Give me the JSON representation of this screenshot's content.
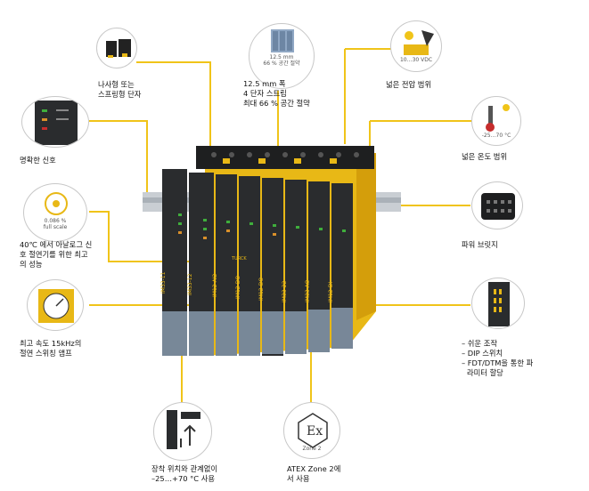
{
  "features": {
    "terminals": {
      "label_l1": "나사형 또는",
      "label_l2": "스프링형 단자"
    },
    "width": {
      "label_l1": "12.5 mm 폭",
      "label_l2": "4 단자 스트립",
      "label_l3": "최대 66 % 공간 절약",
      "icon_text_l1": "12.5 mm",
      "icon_text_l2": "66 % 공간 절약"
    },
    "voltage": {
      "label": "넓은 전압 범위",
      "icon_text": "10…30 VDC"
    },
    "signal": {
      "label": "명확한 신호"
    },
    "temperature": {
      "label": "넓은 온도 범위",
      "icon_text": "-25…70 °C"
    },
    "analog": {
      "label_l1": "40℃ 에서 아날로그 신",
      "label_l2": "호 절연기를 위한 최고",
      "label_l3": "의 성능",
      "icon_text_l1": "0.086 %",
      "icon_text_l2": "full scale"
    },
    "power_bridge": {
      "label": "파워 브릿지"
    },
    "switching": {
      "label_l1": "최고 속도 15kHz의",
      "label_l2": "절연 스위칭 앰프"
    },
    "config": {
      "item1": "– 쉬운 조작",
      "item2": "– DIP 스위치",
      "item3": "– FDT/DTM을 통한 파",
      "item3_cont": "라미터 할당"
    },
    "mounting": {
      "label_l1": "장착 위치와 관계없이",
      "label_l2": "–25…+70 °C 사용"
    },
    "atex": {
      "label_l1": "ATEX Zone 2에",
      "label_l2": "서 사용",
      "icon_text": "Zone 2"
    }
  },
  "product": {
    "module_labels": [
      "IM33-11",
      "IM33-12",
      "IM12-AI2",
      "IM12-DO",
      "IM12-DO",
      "IM33-22",
      "IM33-AO",
      "IM12-DI"
    ],
    "brand": "TURCK"
  },
  "colors": {
    "accent": "#f0c419",
    "housing": "#2a2c2e",
    "yellow_body": "#e8b816"
  }
}
